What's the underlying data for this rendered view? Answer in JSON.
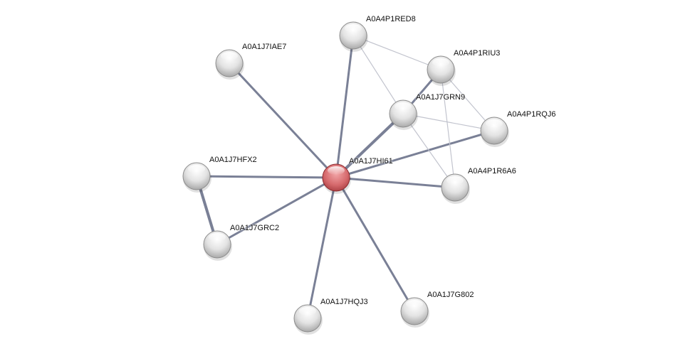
{
  "network": {
    "query_node": "A0A1J7HI61",
    "nodes": [
      {
        "id": "A0A1J7HI61",
        "type": "query"
      },
      {
        "id": "A0A4P1RED8",
        "type": "partner"
      },
      {
        "id": "A0A1J7IAE7",
        "type": "partner"
      },
      {
        "id": "A0A4P1RIU3",
        "type": "partner"
      },
      {
        "id": "A0A1J7GRN9",
        "type": "partner"
      },
      {
        "id": "A0A4P1RQJ6",
        "type": "partner"
      },
      {
        "id": "A0A1J7HFX2",
        "type": "partner"
      },
      {
        "id": "A0A4P1R6A6",
        "type": "partner"
      },
      {
        "id": "A0A1J7GRC2",
        "type": "partner"
      },
      {
        "id": "A0A1J7HQJ3",
        "type": "partner"
      },
      {
        "id": "A0A1J7G802",
        "type": "partner"
      }
    ],
    "edges": [
      {
        "a": "A0A1J7HI61",
        "b": "A0A4P1RED8",
        "strength": "strong"
      },
      {
        "a": "A0A1J7HI61",
        "b": "A0A1J7IAE7",
        "strength": "strong"
      },
      {
        "a": "A0A1J7HI61",
        "b": "A0A1J7GRN9",
        "strength": "very-strong"
      },
      {
        "a": "A0A1J7HI61",
        "b": "A0A4P1RQJ6",
        "strength": "strong"
      },
      {
        "a": "A0A1J7HI61",
        "b": "A0A1J7HFX2",
        "strength": "strong"
      },
      {
        "a": "A0A1J7HI61",
        "b": "A0A4P1R6A6",
        "strength": "strong"
      },
      {
        "a": "A0A1J7HI61",
        "b": "A0A1J7GRC2",
        "strength": "strong"
      },
      {
        "a": "A0A1J7HI61",
        "b": "A0A1J7HQJ3",
        "strength": "strong"
      },
      {
        "a": "A0A1J7HI61",
        "b": "A0A1J7G802",
        "strength": "strong"
      },
      {
        "a": "A0A1J7HFX2",
        "b": "A0A1J7GRC2",
        "strength": "very-strong"
      },
      {
        "a": "A0A1J7GRN9",
        "b": "A0A4P1RIU3",
        "strength": "strong"
      },
      {
        "a": "A0A4P1RED8",
        "b": "A0A4P1RIU3",
        "strength": "weak"
      },
      {
        "a": "A0A4P1RED8",
        "b": "A0A1J7GRN9",
        "strength": "weak"
      },
      {
        "a": "A0A4P1RIU3",
        "b": "A0A4P1RQJ6",
        "strength": "weak"
      },
      {
        "a": "A0A4P1RIU3",
        "b": "A0A4P1R6A6",
        "strength": "weak"
      },
      {
        "a": "A0A1J7GRN9",
        "b": "A0A4P1RQJ6",
        "strength": "weak"
      },
      {
        "a": "A0A1J7GRN9",
        "b": "A0A4P1R6A6",
        "strength": "weak"
      }
    ]
  },
  "colors": {
    "query_node": "#d9686c",
    "partner_node": "#e2e2e2",
    "edge_strong": "#7a8096",
    "edge_weak": "#c2c4ce"
  }
}
